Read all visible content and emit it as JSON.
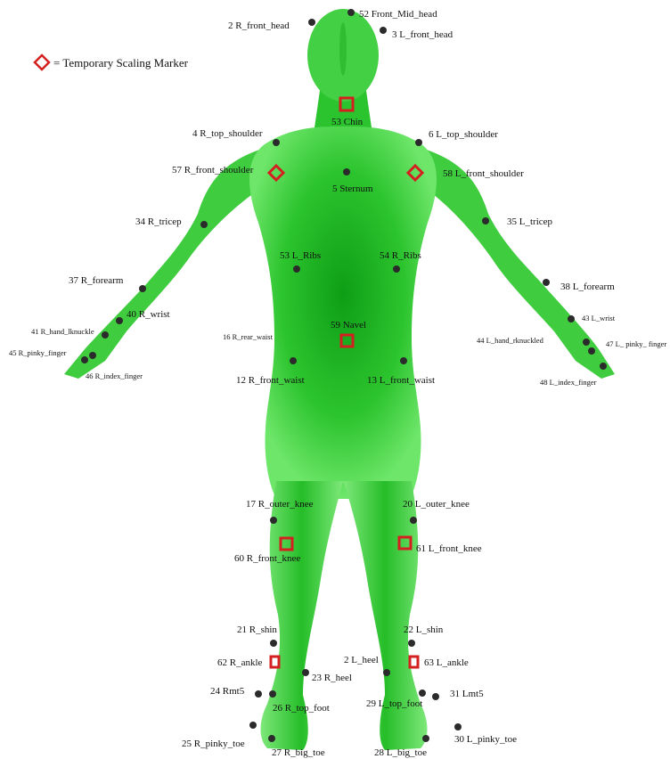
{
  "legend": {
    "label": "= Temporary Scaling Marker"
  },
  "colors": {
    "body": "#33cc33",
    "body_shadow": "#0a9a10",
    "marker": "#2b2b2b",
    "scaling_marker": "#d42020"
  },
  "markers": [
    {
      "id": "m52",
      "label": "52 Front_Mid_head"
    },
    {
      "id": "m2",
      "label": "2 R_front_head"
    },
    {
      "id": "m3",
      "label": "3 L_front_head"
    },
    {
      "id": "m53c",
      "label": "53 Chin"
    },
    {
      "id": "m4",
      "label": "4 R_top_shoulder"
    },
    {
      "id": "m6",
      "label": "6 L_top_shoulder"
    },
    {
      "id": "m57",
      "label": "57  R_front_shoulder"
    },
    {
      "id": "m5",
      "label": "5 Sternum"
    },
    {
      "id": "m58",
      "label": "58  L_front_shoulder"
    },
    {
      "id": "m34",
      "label": "34 R_tricep"
    },
    {
      "id": "m35",
      "label": "35 L_tricep"
    },
    {
      "id": "m53r",
      "label": "53 L_Ribs"
    },
    {
      "id": "m54",
      "label": "54 R_Ribs"
    },
    {
      "id": "m37",
      "label": "37 R_forearm"
    },
    {
      "id": "m38",
      "label": "38 L_forearm"
    },
    {
      "id": "m40",
      "label": "40 R_wrist"
    },
    {
      "id": "m43",
      "label": "43 L_wrist"
    },
    {
      "id": "m59",
      "label": "59  Navel"
    },
    {
      "id": "m41",
      "label": "41 R_hand_lknuckle"
    },
    {
      "id": "m44",
      "label": "44 L_hand_rknuckled"
    },
    {
      "id": "m16",
      "label": "16 R_rear_waist"
    },
    {
      "id": "m45",
      "label": "45 R_pinky_finger"
    },
    {
      "id": "m46",
      "label": "46  R_index_finger"
    },
    {
      "id": "m47",
      "label": "47   L_ pinky_ finger"
    },
    {
      "id": "m48",
      "label": "48  L_index_finger"
    },
    {
      "id": "m12",
      "label": "12 R_front_waist"
    },
    {
      "id": "m13",
      "label": "13 L_front_waist"
    },
    {
      "id": "m17",
      "label": "17 R_outer_knee"
    },
    {
      "id": "m20",
      "label": "20 L_outer_knee"
    },
    {
      "id": "m60",
      "label": "60 R_front_knee"
    },
    {
      "id": "m61",
      "label": "61 L_front_knee"
    },
    {
      "id": "m21",
      "label": "21 R_shin"
    },
    {
      "id": "m22",
      "label": "22 L_shin"
    },
    {
      "id": "m62",
      "label": "62 R_ankle"
    },
    {
      "id": "m2h",
      "label": "2 L_heel"
    },
    {
      "id": "m63",
      "label": "63 L_ankle"
    },
    {
      "id": "m23",
      "label": "23 R_heel"
    },
    {
      "id": "m24",
      "label": "24 Rmt5"
    },
    {
      "id": "m31",
      "label": "31 Lmt5"
    },
    {
      "id": "m26",
      "label": "26 R_top_foot"
    },
    {
      "id": "m29",
      "label": "29 L_top_foot"
    },
    {
      "id": "m25",
      "label": "25 R_pinky_toe"
    },
    {
      "id": "m30",
      "label": "30 L_pinky_toe"
    },
    {
      "id": "m27",
      "label": "27 R_big_toe"
    },
    {
      "id": "m28",
      "label": "28 L_big_toe"
    }
  ]
}
